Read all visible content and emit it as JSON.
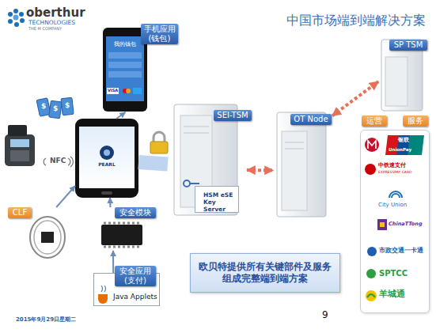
{
  "diagram": {
    "title": "中国市场端到端解决方案",
    "nodes": [
      {
        "text": [
          "手机应用 (钱包)",
          "我的钱包"
        ]
      },
      {
        "text": [
          "PEARL"
        ]
      },
      {
        "text": [
          "CLF"
        ]
      },
      {
        "text": [
          "安全模块"
        ]
      },
      {
        "text": [
          "安全应用 (支付)",
          "Java Applets"
        ]
      },
      {
        "text": [
          "SEI-TSM"
        ]
      },
      {
        "text": [
          "HSM eSE Key Server"
        ],
        "in": 5
      },
      {
        "text": [
          "OT Node"
        ]
      },
      {
        "text": [
          "SP TSM"
        ]
      },
      {
        "text": [
          "运营",
          "服务"
        ]
      },
      {
        "text": [
          "欧贝特提供所有关键部件及服务 组成完整端到端方案"
        ]
      }
    ],
    "edges": [
      {
        "from": 1,
        "to": 0,
        "arrow": "to"
      },
      {
        "from": 2,
        "to": 1,
        "arrow": "to"
      },
      {
        "from": 3,
        "to": 1,
        "arrow": "to"
      },
      {
        "from": 4,
        "to": 3,
        "arrow": "to"
      },
      {
        "from": 1,
        "to": 5,
        "arrow": "none"
      },
      {
        "from": 5,
        "to": 7,
        "arrow": "both"
      },
      {
        "from": 7,
        "to": 8,
        "arrow": "both"
      }
    ],
    "labels": [
      "oberthur",
      "TECHNOLOGIES",
      "THE M COMPANY",
      "$",
      "$",
      "$",
      "VISA",
      "NFC",
      "UnionPay",
      "银联",
      "中铁速支付",
      "EXPRESSPAY CARD",
      "City Union",
      "ChinaTTong",
      "市政交通一卡通",
      "SPTCC",
      "羊城通",
      "2015年9月29日星期二",
      "9"
    ]
  }
}
